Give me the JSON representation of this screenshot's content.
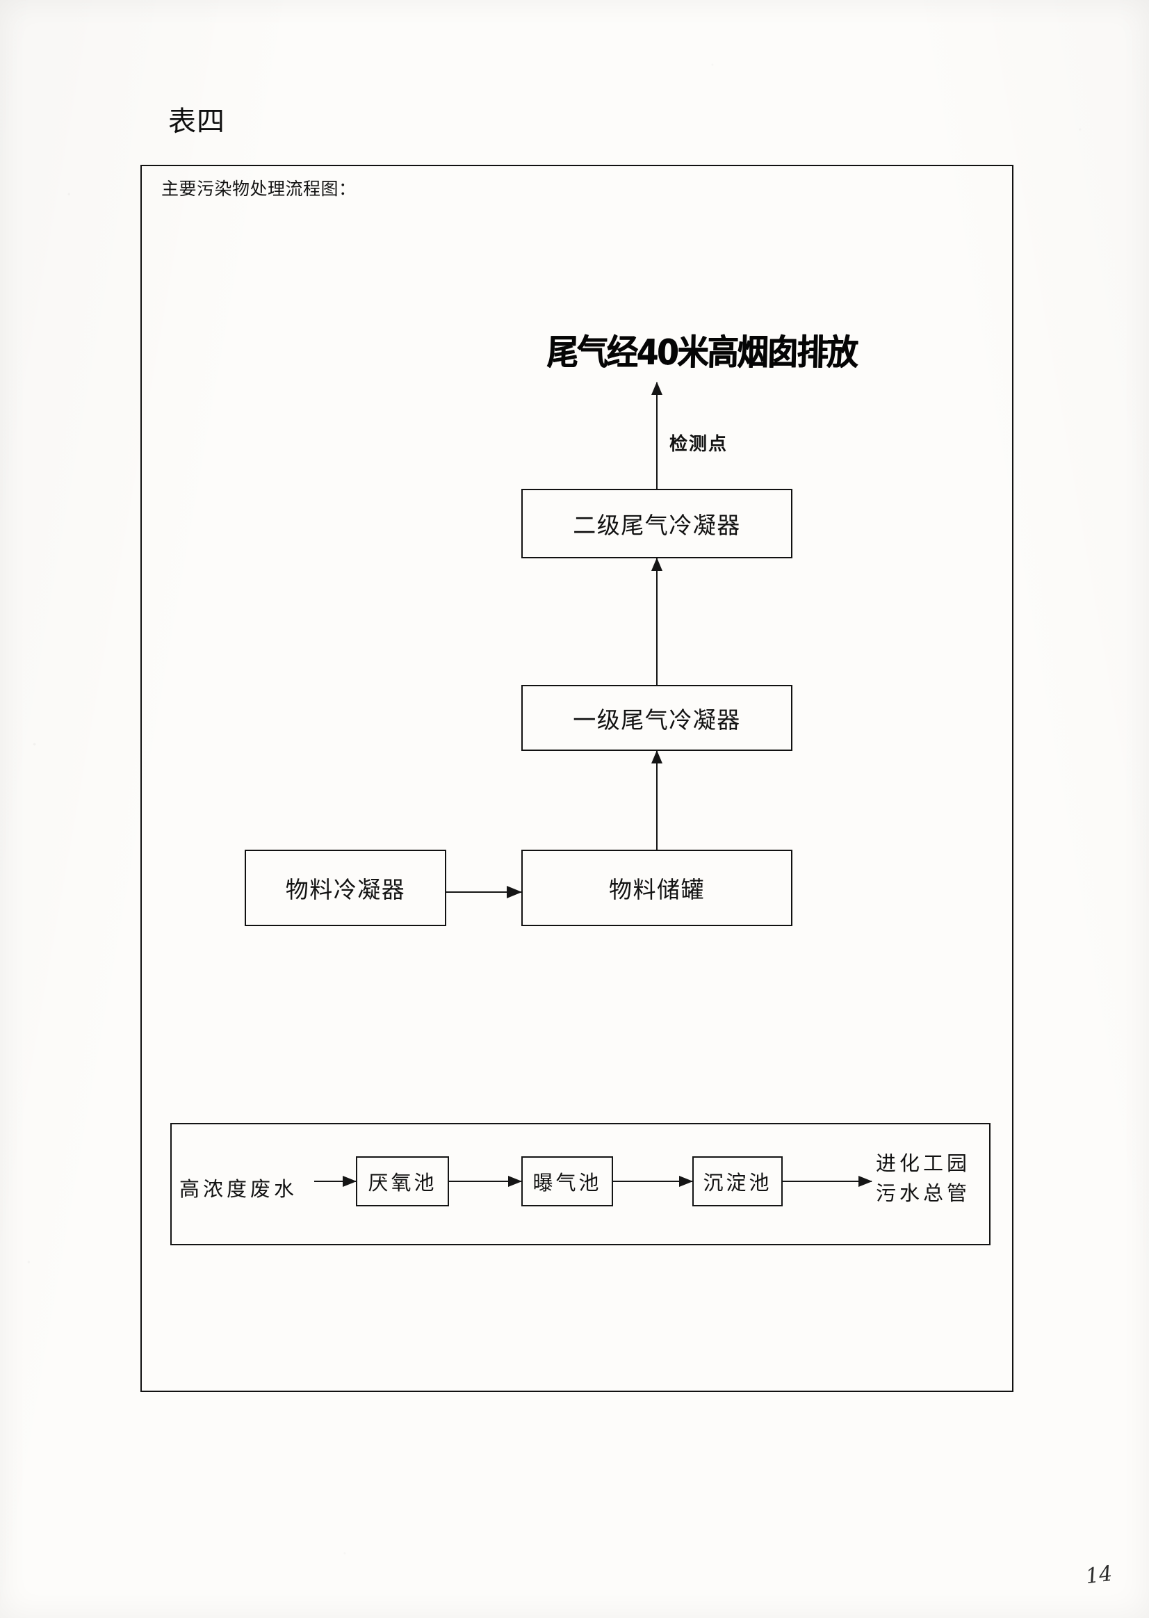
{
  "document": {
    "title": "表四",
    "caption": "主要污染物处理流程图：",
    "page_number": "14"
  },
  "exhaust_flow": {
    "headline": "尾气经40米高烟囱排放",
    "detection_point_label": "检测点",
    "boxes": [
      {
        "id": "secondary-condenser",
        "label": "二级尾气冷凝器"
      },
      {
        "id": "primary-condenser",
        "label": "一级尾气冷凝器"
      },
      {
        "id": "material-condenser",
        "label": "物料冷凝器"
      },
      {
        "id": "material-storage-tank",
        "label": "物料储罐"
      }
    ]
  },
  "wastewater_flow": {
    "influent_label": "高浓度废水",
    "boxes": [
      {
        "id": "anaerobic-tank",
        "label": "厌氧池"
      },
      {
        "id": "aeration-tank",
        "label": "曝气池"
      },
      {
        "id": "settling-tank",
        "label": "沉淀池"
      }
    ],
    "outlet_line1": "进化工园",
    "outlet_line2": "污水总管"
  },
  "colors": {
    "ink": "#111111",
    "paper": "#fdfcfa"
  }
}
